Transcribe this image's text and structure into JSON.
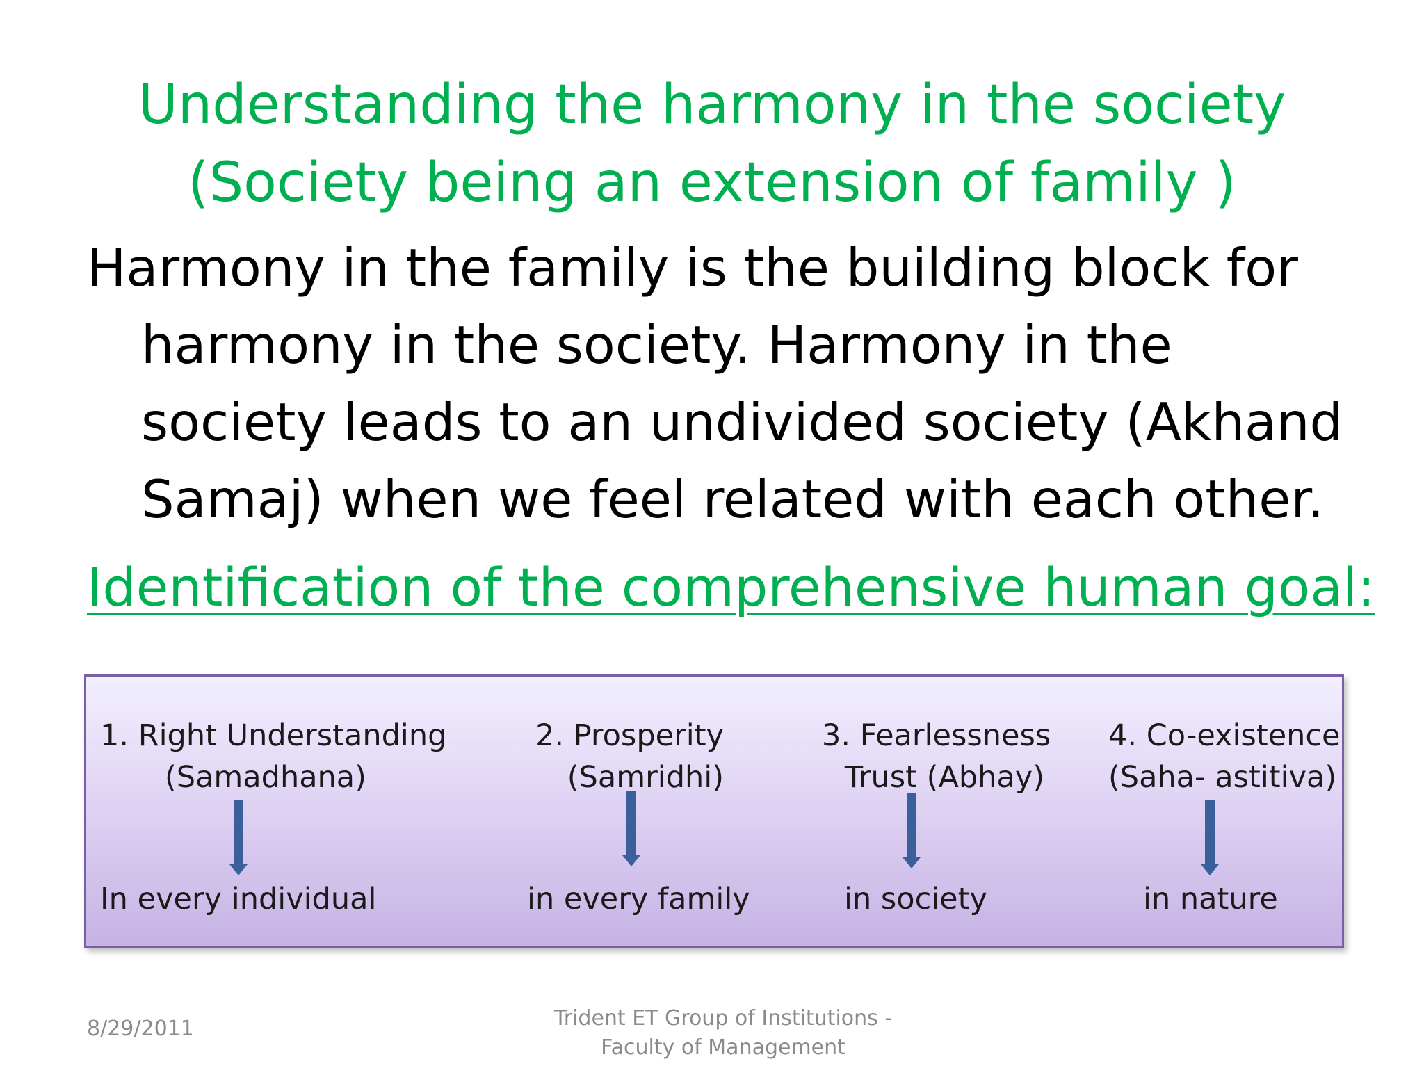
{
  "slide": {
    "title_line1": "Understanding the harmony in the society",
    "title_line2": "(Society being an extension of family )",
    "body_lines": [
      "Harmony in the family is the building block for",
      "harmony in the society. Harmony in the",
      "society leads to an undivided society (Akhand",
      "Samaj) when we feel related with each other."
    ],
    "subheading": "Identification of the comprehensive human goal:",
    "goals": [
      {
        "head": "1.   Right Understanding",
        "sub": "(Samadhana)",
        "result": "In every individual"
      },
      {
        "head": "2. Prosperity",
        "sub": "(Samridhi)",
        "result": "in every family"
      },
      {
        "head": "3. Fearlessness",
        "sub": "Trust (Abhay)",
        "result": "in society"
      },
      {
        "head": "4. Co-existence",
        "sub": "(Saha- astitiva)",
        "result": "in nature"
      }
    ],
    "colors": {
      "title": "#00b050",
      "arrow": "#3a5f9a",
      "box_border": "#7a5fa6"
    },
    "footer": {
      "date": "8/29/2011",
      "org_line1": "Trident ET Group of Institutions -",
      "org_line2": "Faculty of Management"
    }
  }
}
